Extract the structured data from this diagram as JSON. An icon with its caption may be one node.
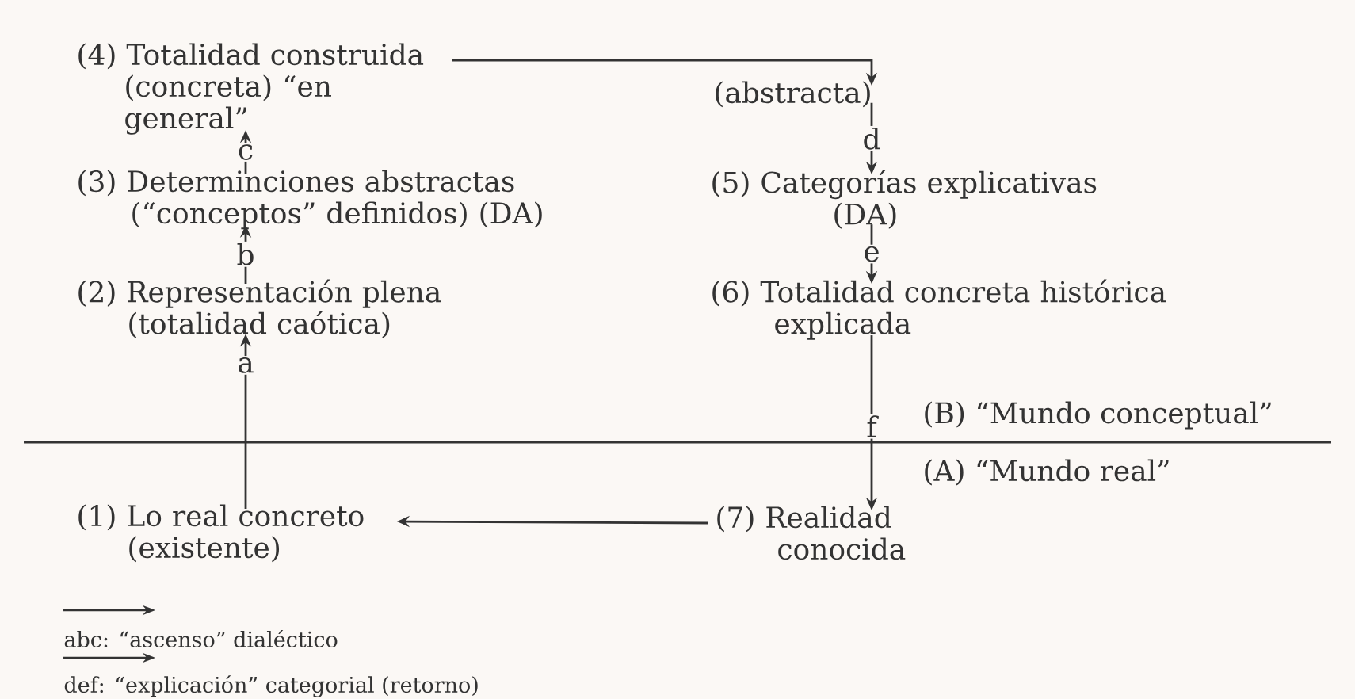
{
  "diagram": {
    "nodes": [
      {
        "text": [
          "(1) Lo real concreto (existente)"
        ]
      },
      {
        "text": [
          "(2) Representación plena (totalidad caótica)"
        ]
      },
      {
        "text": [
          "(3) Determinciones abstractas (“conceptos” definidos) (DA)"
        ]
      },
      {
        "text": [
          "(4) Totalidad construida (concreta) “en general”"
        ]
      },
      {
        "text": [
          "(abstracta)"
        ]
      },
      {
        "text": [
          "(5) Categorías explicativas (DA)"
        ]
      },
      {
        "text": [
          "(6) Totalidad concreta histórica explicada"
        ]
      },
      {
        "text": [
          "(7) Realidad conocida"
        ]
      }
    ],
    "edges": [
      {
        "from": 0,
        "to": 1,
        "arrow": "to",
        "label": "a"
      },
      {
        "from": 1,
        "to": 2,
        "arrow": "to",
        "label": "b"
      },
      {
        "from": 2,
        "to": 3,
        "arrow": "to",
        "label": "c"
      },
      {
        "from": 3,
        "to": 4,
        "arrow": "to"
      },
      {
        "from": 4,
        "to": 5,
        "arrow": "to",
        "label": "d"
      },
      {
        "from": 5,
        "to": 6,
        "arrow": "to",
        "label": "e"
      },
      {
        "from": 6,
        "to": 7,
        "arrow": "to",
        "label": "f"
      },
      {
        "from": 7,
        "to": 0,
        "arrow": "to"
      }
    ],
    "labels": [
      "(B) “Mundo conceptual”",
      "(A) “Mundo real”"
    ],
    "legend": [
      {
        "text": "abc: “ascenso” dialéctico"
      },
      {
        "text": "def: “explicación” categorial (retorno)"
      }
    ]
  }
}
